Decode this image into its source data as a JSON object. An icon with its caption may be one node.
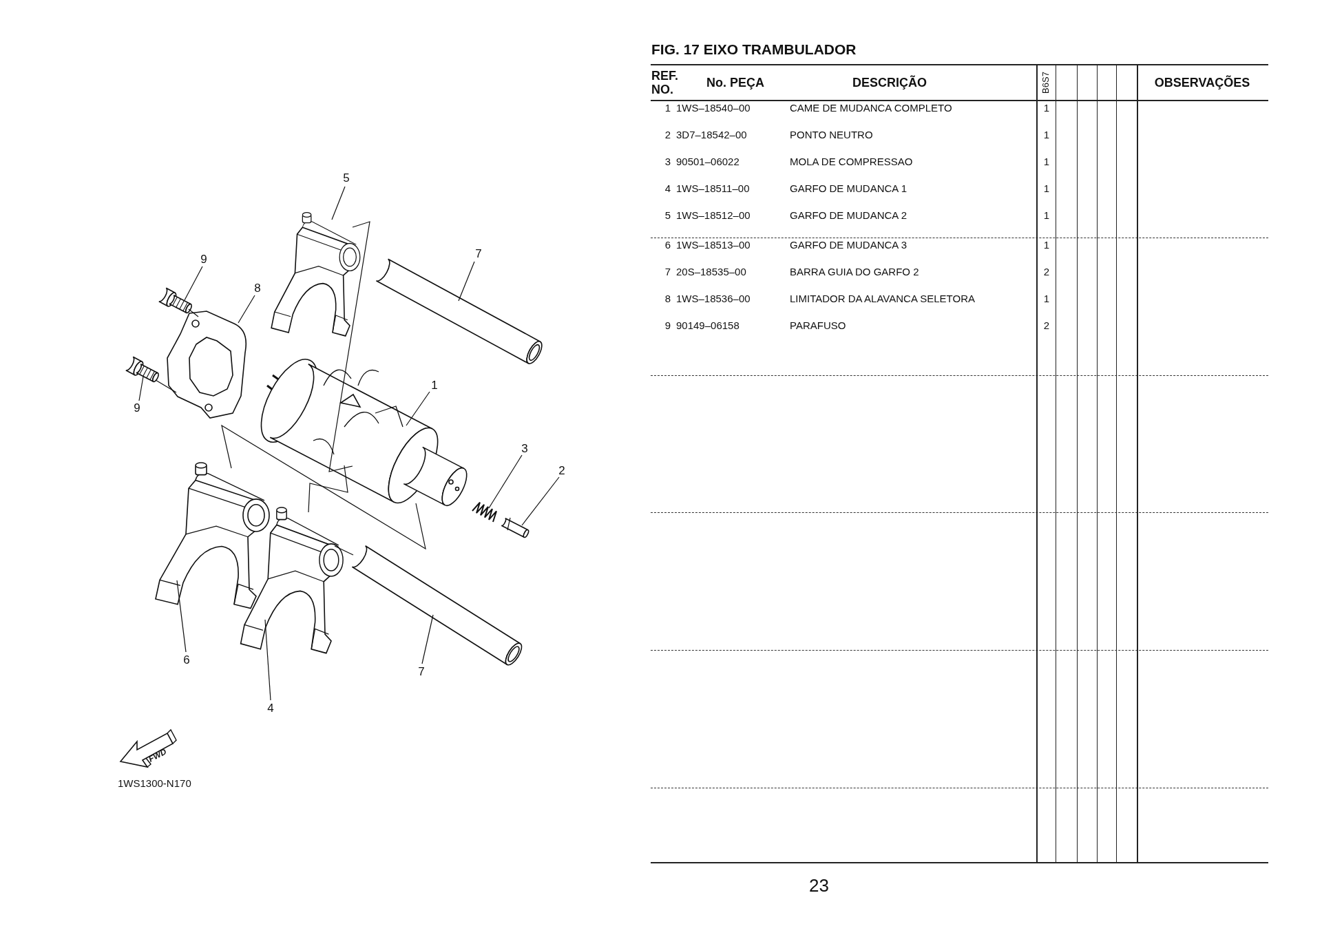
{
  "diagram": {
    "title": "FIG. 17 EIXO TRAMBULADOR",
    "nodes": [
      {
        "text": [
          "5"
        ]
      },
      {
        "text": [
          "7"
        ]
      },
      {
        "text": [
          "9"
        ]
      },
      {
        "text": [
          "8"
        ]
      },
      {
        "text": [
          "1"
        ]
      },
      {
        "text": [
          "9"
        ]
      },
      {
        "text": [
          "3"
        ]
      },
      {
        "text": [
          "2"
        ]
      },
      {
        "text": [
          "6"
        ]
      },
      {
        "text": [
          "7"
        ]
      },
      {
        "text": [
          "4"
        ]
      },
      {
        "text": [],
        "shape": "picture"
      },
      {
        "text": [],
        "shape": "picture"
      },
      {
        "text": [],
        "shape": "picture"
      },
      {
        "text": [],
        "shape": "picture"
      },
      {
        "text": [],
        "shape": "picture"
      },
      {
        "text": [],
        "shape": "picture"
      },
      {
        "text": [],
        "shape": "picture"
      },
      {
        "text": [],
        "shape": "picture"
      },
      {
        "text": [],
        "shape": "picture"
      },
      {
        "text": [],
        "shape": "picture"
      },
      {
        "text": [],
        "shape": "picture"
      }
    ],
    "edges": [
      {
        "from": 0,
        "to": 11,
        "arrow": "none"
      },
      {
        "from": 1,
        "to": 12,
        "arrow": "none"
      },
      {
        "from": 2,
        "to": 13,
        "arrow": "none"
      },
      {
        "from": 3,
        "to": 14,
        "arrow": "none"
      },
      {
        "from": 4,
        "to": 15,
        "arrow": "none"
      },
      {
        "from": 5,
        "to": 16,
        "arrow": "none"
      },
      {
        "from": 6,
        "to": 17,
        "arrow": "none"
      },
      {
        "from": 7,
        "to": 18,
        "arrow": "none"
      },
      {
        "from": 8,
        "to": 19,
        "arrow": "none"
      },
      {
        "from": 9,
        "to": 20,
        "arrow": "none"
      },
      {
        "from": 10,
        "to": 21,
        "arrow": "none"
      },
      {
        "from": 13,
        "to": 14,
        "arrow": "none"
      },
      {
        "from": 16,
        "to": 14,
        "arrow": "none"
      },
      {
        "from": 11,
        "to": 15,
        "arrow": "none"
      },
      {
        "from": 15,
        "to": 19,
        "arrow": "none"
      },
      {
        "from": 15,
        "to": 21,
        "arrow": "none"
      },
      {
        "from": 21,
        "to": 20,
        "arrow": "none"
      }
    ],
    "labels": [
      "FWD",
      "1WS1300-N170",
      "REF. NO.",
      "No. PEÇA",
      "DESCRIÇÃO",
      "B6S7",
      "OBSERVAÇÕES",
      "1",
      "1WS–18540–00",
      "CAME DE MUDANCA COMPLETO",
      "1",
      "2",
      "3D7–18542–00",
      "PONTO NEUTRO",
      "1",
      "3",
      "90501–06022",
      "MOLA DE COMPRESSAO",
      "1",
      "4",
      "1WS–18511–00",
      "GARFO DE MUDANCA 1",
      "1",
      "5",
      "1WS–18512–00",
      "GARFO DE MUDANCA 2",
      "1",
      "6",
      "1WS–18513–00",
      "GARFO DE MUDANCA 3",
      "1",
      "7",
      "20S–18535–00",
      "BARRA GUIA DO GARFO 2",
      "2",
      "8",
      "1WS–18536–00",
      "LIMITADOR DA ALAVANCA SELETORA",
      "1",
      "9",
      "90149–06158",
      "PARAFUSO",
      "2",
      "23"
    ]
  }
}
